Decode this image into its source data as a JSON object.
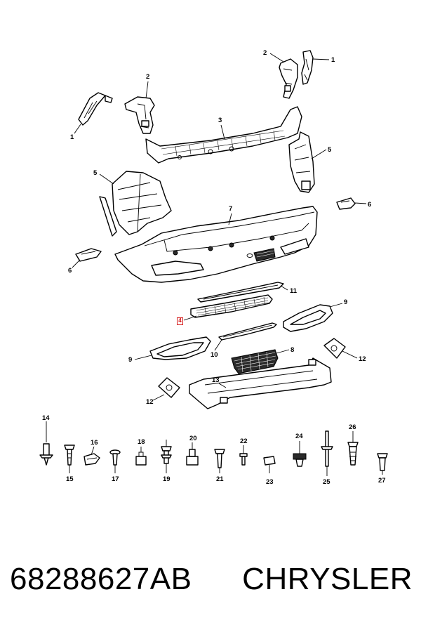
{
  "footer": {
    "part_number": "68288627AB",
    "brand": "CHRYSLER"
  },
  "highlight_color": "#d61f1f",
  "highlighted_label": "4",
  "callouts": [
    "1",
    "2",
    "2",
    "1",
    "3",
    "5",
    "5",
    "6",
    "7",
    "6",
    "11",
    "9",
    "4",
    "10",
    "8",
    "9",
    "12",
    "13",
    "12",
    "14",
    "15",
    "16",
    "17",
    "18",
    "19",
    "20",
    "21",
    "22",
    "23",
    "24",
    "25",
    "26",
    "27"
  ]
}
